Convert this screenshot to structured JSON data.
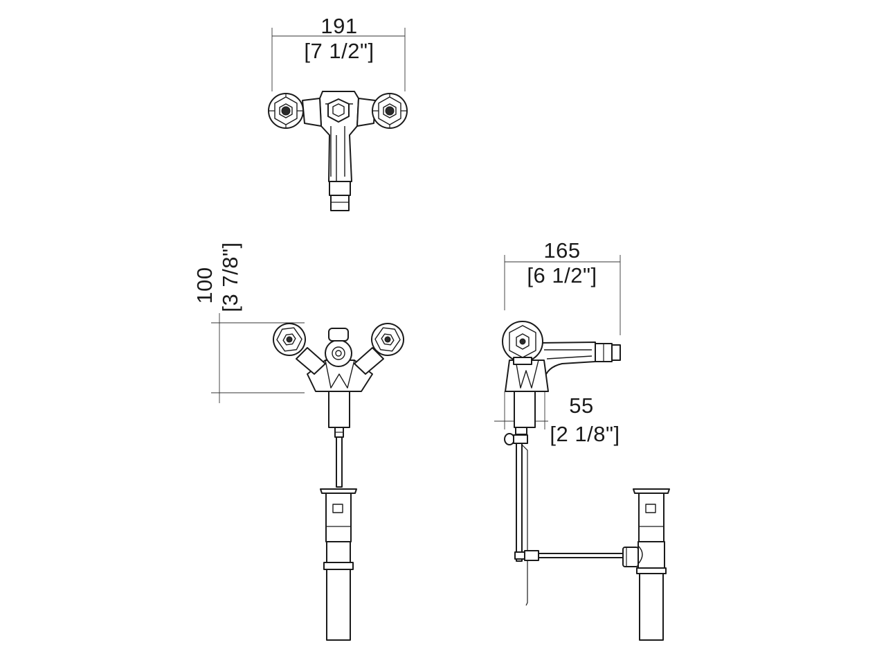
{
  "dimensions": {
    "top_width": {
      "mm": "191",
      "inch": "[7 1/2\"]"
    },
    "front_height": {
      "mm": "100",
      "inch": "[3 7/8\"]"
    },
    "side_length": {
      "mm": "165",
      "inch": "[6 1/2\"]"
    },
    "side_reach": {
      "mm": "55",
      "inch": "[2 1/8\"]"
    }
  },
  "colors": {
    "line": "#1a1a1a",
    "background": "#ffffff"
  }
}
